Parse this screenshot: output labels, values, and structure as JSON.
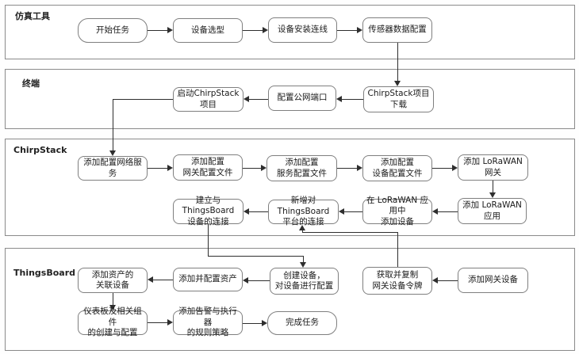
{
  "colors": {
    "lane_border": "#8a8a8a",
    "node_border": "#7f7f7f",
    "node_fill": "#ffffff",
    "connector": "#2e2e2e",
    "text": "#1a1a1a"
  },
  "lanes": [
    {
      "label": "仿真工具"
    },
    {
      "label": "终端"
    },
    {
      "label": "ChirpStack"
    },
    {
      "label": "ThingsBoard"
    }
  ],
  "nodes": {
    "start": "开始任务",
    "select": "设备选型",
    "install": "设备安装连线",
    "sensor": "传感器数据配置",
    "download": "ChirpStack项目下载",
    "port": "配置公网端口",
    "launch": "启动ChirpStack项目",
    "netserv": "添加配置网络服务",
    "gwconf": "添加配置\n网关配置文件",
    "servconf": "添加配置\n服务配置文件",
    "devconf": "添加配置\n设备配置文件",
    "gateway": "添加 LoRaWAN 网关",
    "application": "添加 LoRaWAN 应用",
    "appdev": "在 LoRaWAN 应用中\n添加设备",
    "tbconn": "新增对ThingsBoard\n平台的连接",
    "tbdev": "建立与ThingsBoard\n设备的连接",
    "addgw": "添加网关设备",
    "token": "获取并复制\n网关设备令牌",
    "create": "创建设备，\n对设备进行配置",
    "asset": "添加并配置资产",
    "assoc": "添加资产的\n关联设备",
    "dash": "仪表板及相关组件\n的创建与配置",
    "rule": "添加告警与执行器\n的规则策略",
    "finish": "完成任务"
  }
}
